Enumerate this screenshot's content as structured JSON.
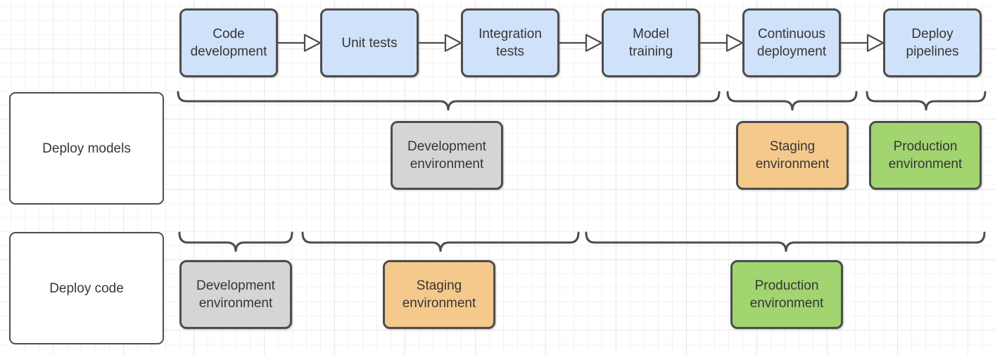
{
  "pipeline": {
    "steps": [
      {
        "label": "Code development"
      },
      {
        "label": "Unit tests"
      },
      {
        "label": "Integration tests"
      },
      {
        "label": "Model training"
      },
      {
        "label": "Continuous deployment"
      },
      {
        "label": "Deploy pipelines"
      }
    ]
  },
  "rows": [
    {
      "label": "Deploy models",
      "environments": [
        {
          "label": "Development environment",
          "color": "gray",
          "covers_steps": [
            "Code development",
            "Unit tests",
            "Integration tests",
            "Model training"
          ]
        },
        {
          "label": "Staging environment",
          "color": "orange",
          "covers_steps": [
            "Continuous deployment"
          ]
        },
        {
          "label": "Production environment",
          "color": "green",
          "covers_steps": [
            "Deploy pipelines"
          ]
        }
      ]
    },
    {
      "label": "Deploy code",
      "environments": [
        {
          "label": "Development environment",
          "color": "gray",
          "covers_steps": [
            "Code development"
          ]
        },
        {
          "label": "Staging environment",
          "color": "orange",
          "covers_steps": [
            "Unit tests",
            "Integration tests"
          ]
        },
        {
          "label": "Production environment",
          "color": "green",
          "covers_steps": [
            "Model training",
            "Continuous deployment",
            "Deploy pipelines"
          ]
        }
      ]
    }
  ],
  "colors": {
    "step_fill": "#cfe2f9",
    "development_fill": "#d5d5d5",
    "staging_fill": "#f5c98c",
    "production_fill": "#a2d470",
    "row_label_fill": "#ffffff",
    "stroke": "#4d4d4d",
    "text": "#363636",
    "grid_minor": "#f3f3f3",
    "grid_major": "#e7e7e7"
  }
}
